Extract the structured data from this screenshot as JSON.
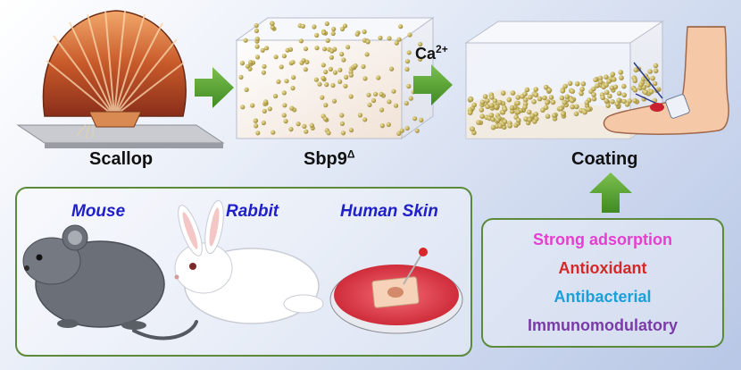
{
  "labels": {
    "scallop": "Scallop",
    "sbp9": "Sbp9",
    "sbp9_superscript": "Δ",
    "ca": "Ca",
    "ca_superscript": "2+",
    "coating": "Coating"
  },
  "models": {
    "mouse": "Mouse",
    "rabbit": "Rabbit",
    "human_skin": "Human Skin"
  },
  "properties": [
    {
      "text": "Strong adsorption",
      "color": "#e43fd0"
    },
    {
      "text": "Antioxidant",
      "color": "#d62828"
    },
    {
      "text": "Antibacterial",
      "color": "#1aa0d8"
    },
    {
      "text": "Immunomodulatory",
      "color": "#7a3aa8"
    }
  ],
  "colors": {
    "arrow": "#5aa336",
    "box_border": "#5a8a3a",
    "particle": "#b8a24a"
  }
}
